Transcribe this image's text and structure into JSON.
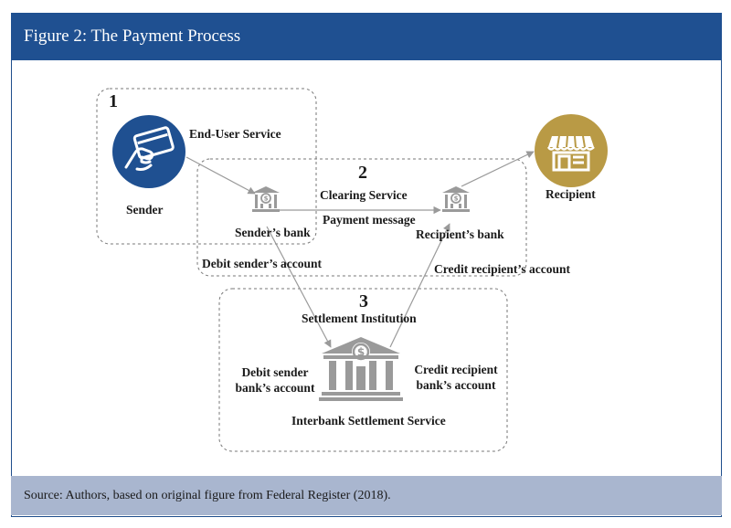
{
  "figure": {
    "title": "Figure 2: The Payment Process",
    "source": "Source: Authors, based on original figure from Federal Register (2018)."
  },
  "sections": [
    {
      "number": "1",
      "label": "End-User Service"
    },
    {
      "number": "2",
      "label": "Clearing Service"
    },
    {
      "number": "3",
      "label": "Settlement Institution"
    }
  ],
  "nodes": {
    "sender": "Sender",
    "recipient": "Recipient",
    "senders_bank": "Sender’s bank",
    "recipients_bank": "Recipient’s bank",
    "settlement_service": "Interbank Settlement Service"
  },
  "flows": {
    "payment_message": "Payment message",
    "debit_sender_account": "Debit sender’s account",
    "credit_recipient_account": "Credit recipient’s account",
    "debit_sender_bank_line1": "Debit sender",
    "debit_sender_bank_line2": "bank’s account",
    "credit_recipient_bank_line1": "Credit recipient",
    "credit_recipient_bank_line2": "bank’s account"
  },
  "icons": {
    "sender": "card-payment-icon",
    "recipient": "storefront-icon",
    "bank": "bank-dollar-icon"
  },
  "colors": {
    "header": "#1f5091",
    "footer": "#a9b6cf",
    "sender_circle": "#1f5091",
    "recipient_circle": "#b99a45",
    "bank_icon": "#9a9a9a"
  }
}
